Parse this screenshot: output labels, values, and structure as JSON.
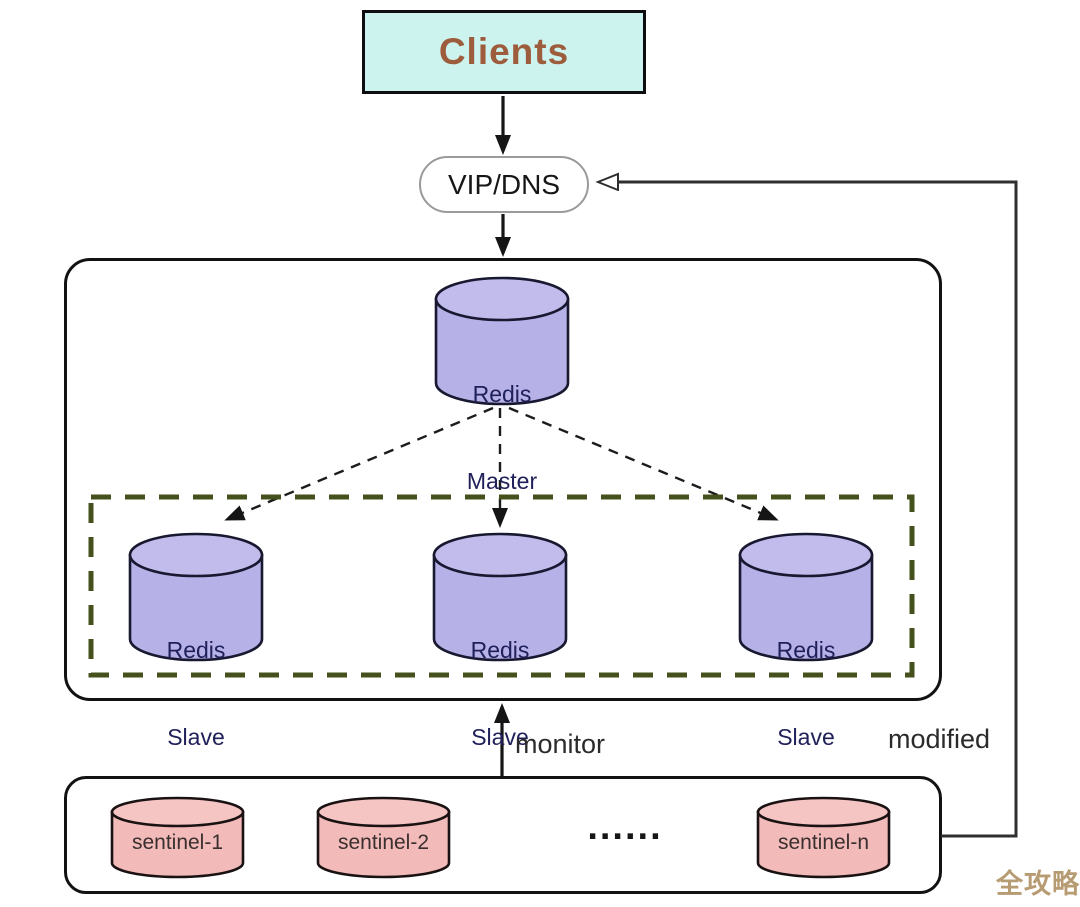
{
  "clients": {
    "label": "Clients"
  },
  "vip": {
    "label": "VIP/DNS"
  },
  "master": {
    "line1": "Redis",
    "line2": "Master"
  },
  "slaves": [
    {
      "line1": "Redis",
      "line2": "Slave"
    },
    {
      "line1": "Redis",
      "line2": "Slave"
    },
    {
      "line1": "Redis",
      "line2": "Slave"
    }
  ],
  "sentinels": [
    {
      "label": "sentinel-1"
    },
    {
      "label": "sentinel-2"
    },
    {
      "label": "sentinel-n"
    }
  ],
  "ellipsis": "......",
  "edge_labels": {
    "monitor": "monitor",
    "modified": "modified"
  },
  "watermark": "全攻略",
  "colors": {
    "clients_fill": "#cdf3ef",
    "clients_text": "#9d5c3b",
    "redis_cylinder_fill": "#b6b1e7",
    "redis_cylinder_top": "#c1bceb",
    "redis_cylinder_text": "#20205a",
    "sentinel_cylinder_fill": "#f2bab8",
    "sentinel_cylinder_text": "#3a2f2f",
    "slave_group_border": "#45511d",
    "line_color": "#1c1c1c",
    "watermark_text": "#b79b72"
  }
}
